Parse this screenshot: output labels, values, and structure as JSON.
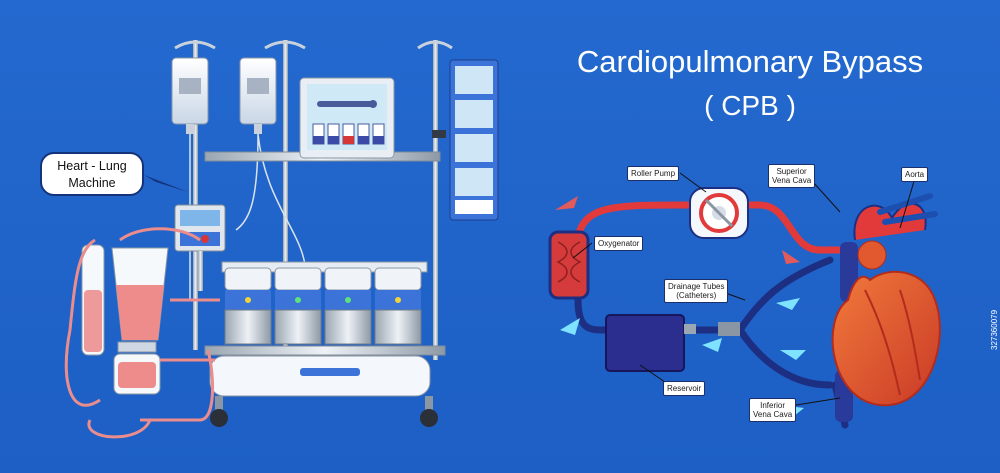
{
  "title": "Cardiopulmonary Bypass",
  "subtitle": "( CPB )",
  "machine_label": {
    "line1": "Heart - Lung",
    "line2": "Machine"
  },
  "labels": {
    "roller_pump": "Roller Pump",
    "superior_vena_cava_1": "Superior",
    "superior_vena_cava_2": "Vena Cava",
    "aorta": "Aorta",
    "oxygenator": "Oxygenator",
    "drainage_1": "Drainage Tubes",
    "drainage_2": "(Catheters)",
    "reservoir": "Reservoir",
    "inferior_vena_cava_1": "Inferior",
    "inferior_vena_cava_2": "Vena Cava"
  },
  "stock_id": "327360079",
  "colors": {
    "background": "#1f63c9",
    "arterial": "#e23a3a",
    "venous": "#1d2f82",
    "flow_arrow": "#7fe3ff",
    "heart": "#e2592f"
  }
}
